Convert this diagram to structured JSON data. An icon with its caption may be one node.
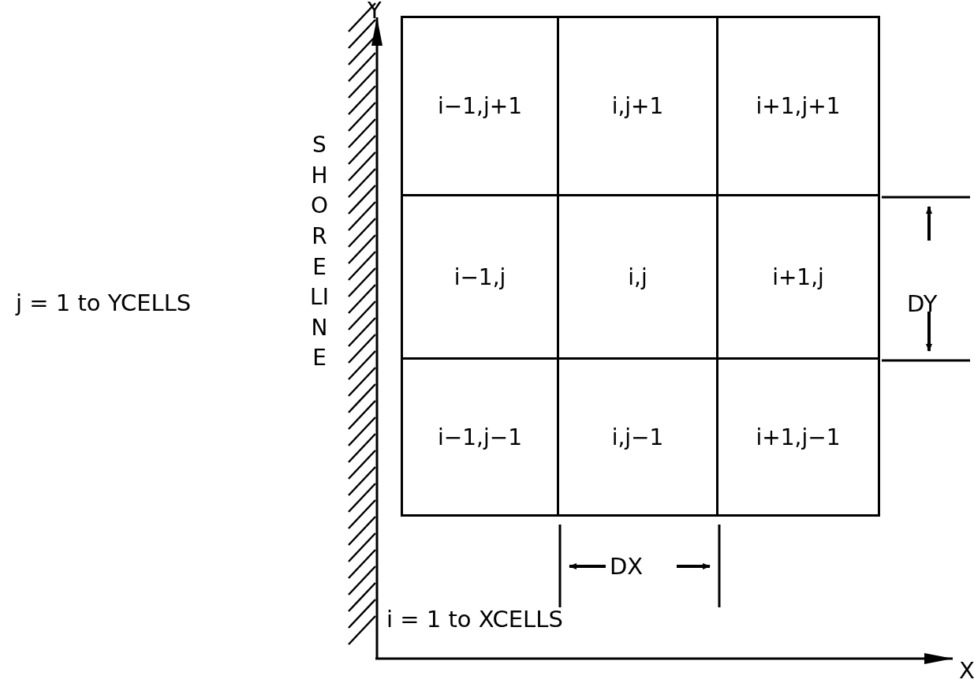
{
  "diagram": {
    "nodes": [
      {
        "text": [
          "i−1,j+1"
        ]
      },
      {
        "text": [
          "i,j+1"
        ]
      },
      {
        "text": [
          "i+1,j+1"
        ]
      },
      {
        "text": [
          "i−1,j"
        ]
      },
      {
        "text": [
          "i,j"
        ]
      },
      {
        "text": [
          "i+1,j"
        ]
      },
      {
        "text": [
          "i−1,j−1"
        ]
      },
      {
        "text": [
          "i,j−1"
        ]
      },
      {
        "text": [
          "i+1,j−1"
        ]
      }
    ],
    "labels": [
      "Y",
      "SHORELINE",
      "j = 1 to YCELLS",
      "DY",
      "DX",
      "i = 1 to XCELLS",
      "X"
    ]
  }
}
